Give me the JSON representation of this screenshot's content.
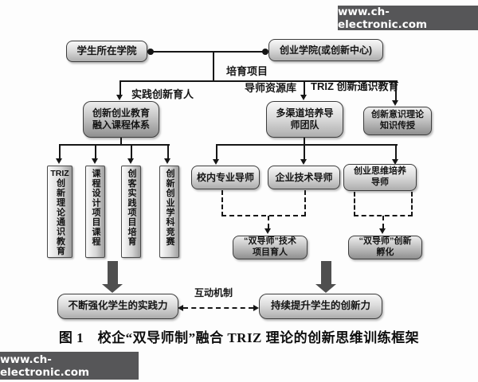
{
  "watermark_text": "www.ch-electronic.com",
  "top": {
    "left_box": "学生所在学院",
    "right_box": "创业学院(或创新中心)",
    "drop_label": "培育项目"
  },
  "branch_labels": {
    "left": "实践创新育人",
    "middle": "导师资源库",
    "right": "TRIZ 创新通识教育"
  },
  "level2": {
    "curriculum_line1": "创新创业教育",
    "curriculum_line2": "融入课程体系",
    "mentor_team_line1": "多渠道培养导",
    "mentor_team_line2": "师团队",
    "awareness_line1": "创新意识理论",
    "awareness_line2": "知识传授"
  },
  "columns": [
    {
      "prefix": "TRIZ",
      "text": "创新理论通识教育"
    },
    {
      "text": "课程设计项目课程"
    },
    {
      "text": "创客实践项目培育"
    },
    {
      "text": "创新创业学科竞赛"
    }
  ],
  "mentors": {
    "campus": "校内专业导师",
    "enterprise": "企业技术导师",
    "startup_line1": "创业思维培养",
    "startup_line2": "导师"
  },
  "dual_mentor": {
    "tech_line1": "“双导师”技术",
    "tech_line2": "项目育人",
    "incubate_line1": "“双导师”创新",
    "incubate_line2": "孵化"
  },
  "outcomes": {
    "left": "不断强化学生的实践力",
    "right": "持续提升学生的创新力",
    "interaction_label": "互动机制"
  },
  "caption": "图 1　校企“双导师制”融合 TRIZ 理论的创新思维训练框架",
  "colors": {
    "line": "#161616",
    "watermark_bg": "#565658",
    "thick_arrow": "#4f4f4f"
  }
}
